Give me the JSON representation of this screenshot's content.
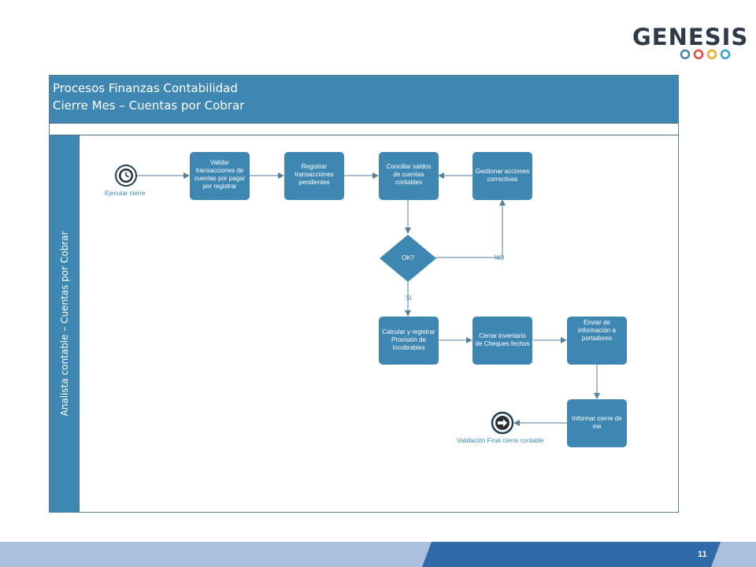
{
  "logo": {
    "text": "GENESIS",
    "circle_colors": [
      "#3f87b3",
      "#e8493f",
      "#f4a623",
      "#2fa7c9"
    ]
  },
  "pool": {
    "title_line1": "Procesos Finanzas Contabilidad",
    "title_line2": "Cierre Mes – Cuentas por Cobrar",
    "lane_label": "Analista contable – Cuentas por Cobrar"
  },
  "events": {
    "start_label": "Ejecutar cierre",
    "end_label": "Validación Final cierre contable"
  },
  "tasks": {
    "validar": [
      "Validar",
      "transacciones de",
      "cuentas por pagar",
      "por registrar"
    ],
    "registrar": [
      "Registrar",
      "transacciones",
      "pendientes"
    ],
    "conciliar": [
      "Conciliar saldos",
      "de cuentas",
      "contables"
    ],
    "gestionar": [
      "Gestionar acciones",
      "correctivas"
    ],
    "calcular": [
      "Calcular y registrar",
      "Provisión de",
      "incobrables"
    ],
    "cerrar": [
      "Cerrar inventario",
      "de Cheques fechos"
    ],
    "enviar": [
      "Enviar de",
      "información a",
      "portadores"
    ],
    "informar": [
      "Informar cierre de",
      "me"
    ]
  },
  "gateway": {
    "label": "OK?",
    "yes_label": "SI",
    "no_label": "NO"
  },
  "colors": {
    "accent": "#3f87b3",
    "footer_light": "#a9bfdd",
    "footer_dark": "#2f6aa8"
  },
  "footer": {
    "page_number": "11"
  }
}
